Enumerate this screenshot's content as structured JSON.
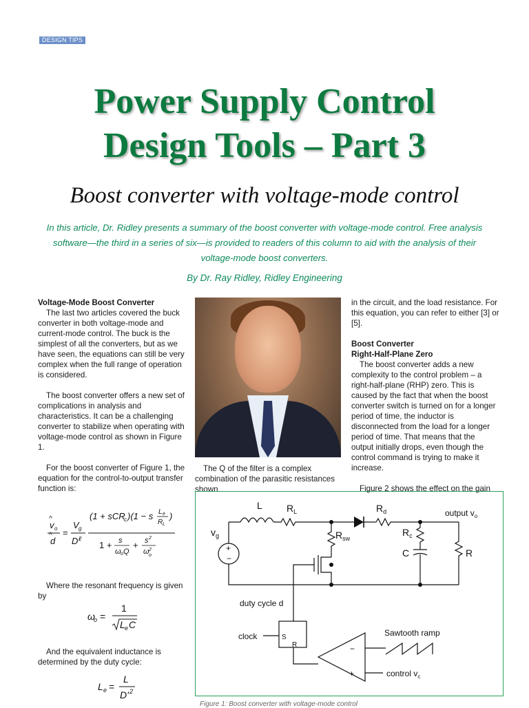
{
  "header": {
    "tag": "DESIGN TIPS"
  },
  "title": {
    "line1": "Power Supply Control",
    "line2": "Design Tools – Part 3"
  },
  "subtitle": "Boost converter with voltage-mode control",
  "intro": "In this article, Dr. Ridley presents a summary of the boost converter with voltage-mode control. Free analysis software—the third in a series of six—is provided to readers of this column to aid with the analysis of their voltage-mode boost converters.",
  "byline": "By Dr. Ray Ridley, Ridley Engineering",
  "left_col": {
    "heading": "Voltage-Mode Boost Converter",
    "p1": "The last two articles covered the buck converter in both voltage-mode and current-mode control. The buck is the simplest of all the converters, but as we have seen, the equations can still be very complex when the full range of operation is considered.",
    "p2": "The boost converter offers a new set of complications in analysis and characteristics. It can be a challenging converter to stabilize when operating with voltage-mode control as shown in Figure 1.",
    "p3": "For the boost converter of Figure 1, the equation for the control-to-output transfer function is:",
    "p4": "Where the resonant frequency is given by",
    "p5": "And the equivalent inductance is determined by the duty cycle:"
  },
  "mid_col": {
    "caption": "The Q of the filter is a complex combination of the parasitic resistances shown"
  },
  "right_col": {
    "p1": "in the circuit, and the load resistance. For this equation, you can refer to either [3] or [5].",
    "heading1": "Boost Converter",
    "heading2": "Right-Half-Plane Zero",
    "p2": "The boost converter adds a new complexity to the control problem – a right-half-plane (RHP) zero. This is caused by the fact that when the boost converter switch is turned on for a longer period of time, the inductor is disconnected from the load for a longer period of time. That means that the output initially drops, even though the control command is trying to make it increase.",
    "p3": "Figure 2 shows the effect on the gain"
  },
  "figure": {
    "L": "L",
    "RL": "R",
    "RL_sub": "L",
    "Rd": "R",
    "Rd_sub": "d",
    "Rsw": "R",
    "Rsw_sub": "sw",
    "Rc": "R",
    "Rc_sub": "c",
    "C": "C",
    "R": "R",
    "vg": "v",
    "vg_sub": "g",
    "output": "output v",
    "output_sub": "o",
    "duty": "duty cycle d",
    "clock": "clock",
    "S": "S",
    "Rpin": "R",
    "sawtooth": "Sawtooth ramp",
    "control": "control v",
    "control_sub": "c",
    "minus": "−",
    "plus": "+",
    "caption": "Figure 1: Boost converter with voltage-mode control"
  },
  "colors": {
    "title_green": "#0d7a3f",
    "intro_green": "#0d8a5a",
    "tag_blue": "#6b8fc8",
    "frame_green": "#2aa05a"
  }
}
